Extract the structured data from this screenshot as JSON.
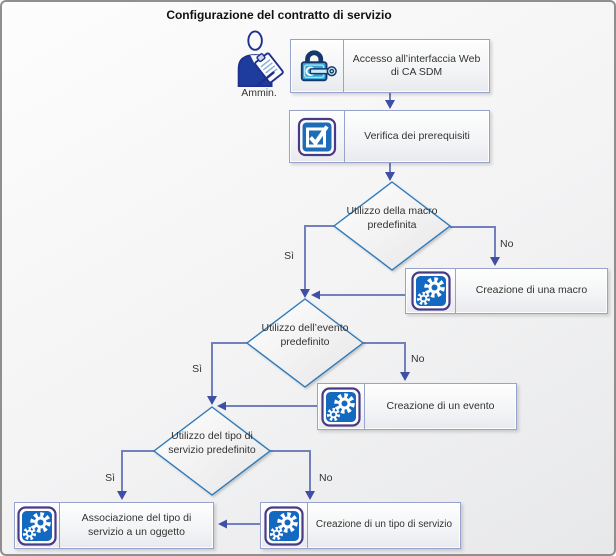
{
  "title": "Configurazione del contratto di servizio",
  "actor": {
    "label": "Ammin."
  },
  "labels": {
    "yes": "Sì",
    "no": "No"
  },
  "steps": {
    "access": {
      "label": "Accesso all’interfaccia Web di CA SDM",
      "icon": "lock-key"
    },
    "verify": {
      "label": "Verifica dei prerequisiti",
      "icon": "checkbox"
    },
    "create_macro": {
      "label": "Creazione di una macro",
      "icon": "gears"
    },
    "create_event": {
      "label": "Creazione di un evento",
      "icon": "gears"
    },
    "create_service_type": {
      "label": "Creazione di un tipo di servizio",
      "icon": "gears"
    },
    "associate_service_type": {
      "label": "Associazione del tipo di servizio a un oggetto",
      "icon": "gears"
    }
  },
  "decisions": {
    "macro": {
      "label": "Utilizzo della macro predefinita"
    },
    "event": {
      "label": "Utilizzo dell’evento predefinito"
    },
    "service_type": {
      "label": "Utilizzo del tipo di servizio predefinito"
    }
  },
  "colors": {
    "icon_blue": "#1368bf",
    "icon_border_purple": "#4a3a86",
    "box_border": "#98a3cd",
    "diamond_border": "#2f7ab8",
    "connector": "#7280bb",
    "arrowhead": "#3e4fa5"
  }
}
